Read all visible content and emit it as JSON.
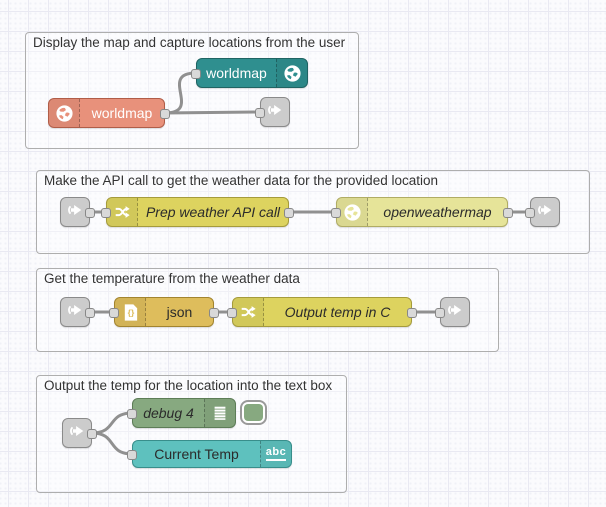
{
  "app": "node-red-flow-editor",
  "colors": {
    "canvas_bg": "#fbfbfd",
    "grid_line": "#e9e9f2",
    "wire": "#909090",
    "group_border": "#aeaeae",
    "port_fill": "#d9d9d9"
  },
  "groups": [
    {
      "title": "Display the map and capture locations from the user",
      "nodes": [
        {
          "label": "worldmap",
          "color": "#2f8f8f",
          "icon": "globe-icon"
        },
        {
          "label": "worldmap",
          "color": "#e8917b",
          "icon": "globe-icon"
        },
        {
          "label": "",
          "color": "#cccccc",
          "icon": "link-icon"
        }
      ]
    },
    {
      "title": "Make the API call to get the weather data for the provided location",
      "nodes": [
        {
          "label": "",
          "color": "#cccccc",
          "icon": "link-icon"
        },
        {
          "label": "Prep weather API call",
          "color": "#ddd35f",
          "icon": "function-shuffle-icon"
        },
        {
          "label": "openweathermap",
          "color": "#e6e499",
          "icon": "globe-icon"
        },
        {
          "label": "",
          "color": "#cccccc",
          "icon": "link-icon"
        }
      ]
    },
    {
      "title": "Get the temperature from the weather data",
      "nodes": [
        {
          "label": "",
          "color": "#cccccc",
          "icon": "link-icon"
        },
        {
          "label": "json",
          "color": "#debd5c",
          "icon": "json-file-icon",
          "icon_text": "{}"
        },
        {
          "label": "Output temp in C",
          "color": "#ddd35f",
          "icon": "function-shuffle-icon"
        },
        {
          "label": "",
          "color": "#cccccc",
          "icon": "link-icon"
        }
      ]
    },
    {
      "title": "Output the temp for the location into the text box",
      "nodes": [
        {
          "label": "",
          "color": "#cccccc",
          "icon": "link-icon"
        },
        {
          "label": "debug 4",
          "color": "#87a980",
          "icon": "debug-lines-icon"
        },
        {
          "label": "Current Temp",
          "color": "#5ec1be",
          "icon": "abc-text-icon",
          "icon_text": "abc"
        }
      ]
    }
  ]
}
